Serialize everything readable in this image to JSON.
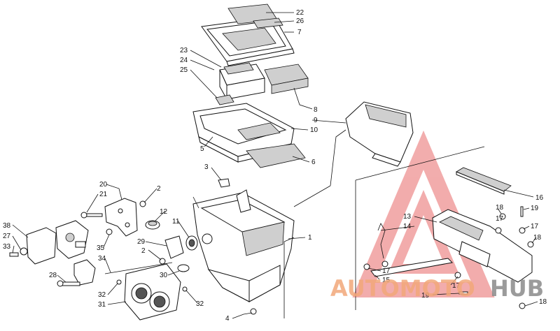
{
  "diagram": {
    "callouts": [
      {
        "n": "22"
      },
      {
        "n": "26"
      },
      {
        "n": "7"
      },
      {
        "n": "23"
      },
      {
        "n": "24"
      },
      {
        "n": "25"
      },
      {
        "n": "8"
      },
      {
        "n": "9"
      },
      {
        "n": "10"
      },
      {
        "n": "5"
      },
      {
        "n": "6"
      },
      {
        "n": "3"
      },
      {
        "n": "20"
      },
      {
        "n": "21"
      },
      {
        "n": "2"
      },
      {
        "n": "12"
      },
      {
        "n": "38"
      },
      {
        "n": "27"
      },
      {
        "n": "33"
      },
      {
        "n": "11"
      },
      {
        "n": "35"
      },
      {
        "n": "29"
      },
      {
        "n": "2"
      },
      {
        "n": "1"
      },
      {
        "n": "34"
      },
      {
        "n": "28"
      },
      {
        "n": "30"
      },
      {
        "n": "32"
      },
      {
        "n": "31"
      },
      {
        "n": "32"
      },
      {
        "n": "4"
      },
      {
        "n": "16"
      },
      {
        "n": "18"
      },
      {
        "n": "19"
      },
      {
        "n": "13"
      },
      {
        "n": "14"
      },
      {
        "n": "17"
      },
      {
        "n": "17"
      },
      {
        "n": "18"
      },
      {
        "n": "17"
      },
      {
        "n": "15"
      },
      {
        "n": "17"
      },
      {
        "n": "19"
      },
      {
        "n": "18"
      }
    ]
  },
  "watermark": {
    "text_a": "AUTOMOTO",
    "text_b": "HUB",
    "color_a": "#f2a87a",
    "color_b": "#8a8a8a",
    "logo_color": "#e86a6a"
  }
}
